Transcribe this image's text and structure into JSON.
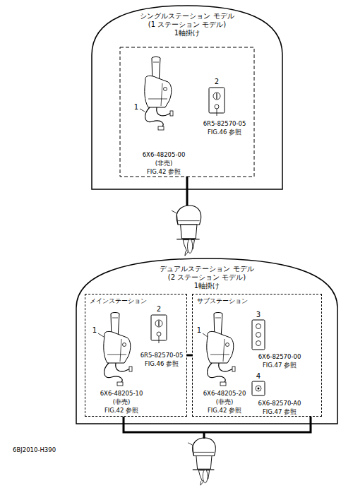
{
  "diagram": {
    "nodes": [
      {
        "text": [
          "シングルステーション モデル",
          "(1 ステーション モデル)",
          "1軸掛け"
        ]
      },
      {
        "text": [
          "デュアルステーション モデル",
          "(2 ステーション モデル)",
          "1軸掛け"
        ]
      },
      {
        "text": [
          "メインステーション"
        ],
        "in": 1
      },
      {
        "text": [
          "サブステーション"
        ],
        "in": 1
      }
    ],
    "edges": [
      {
        "from": 2,
        "to": 3,
        "arrow": "none"
      }
    ],
    "labels": [
      "1",
      "2",
      "6R5-82570-05",
      "FIG.46 参照",
      "6X6-48205-00",
      "(非売)",
      "FIG.42 参照",
      "1",
      "2",
      "6R5-82570-05",
      "FIG.46 参照",
      "6X6-48205-10",
      "(非売)",
      "FIG.42 参照",
      "1",
      "3",
      "6X6-82570-00",
      "FIG.47 参照",
      "4",
      "6X6-82570-A0",
      "FIG.47 参照",
      "6X6-48205-20",
      "(非売)",
      "FIG.42 参照",
      "6BJ2010-H390"
    ]
  }
}
